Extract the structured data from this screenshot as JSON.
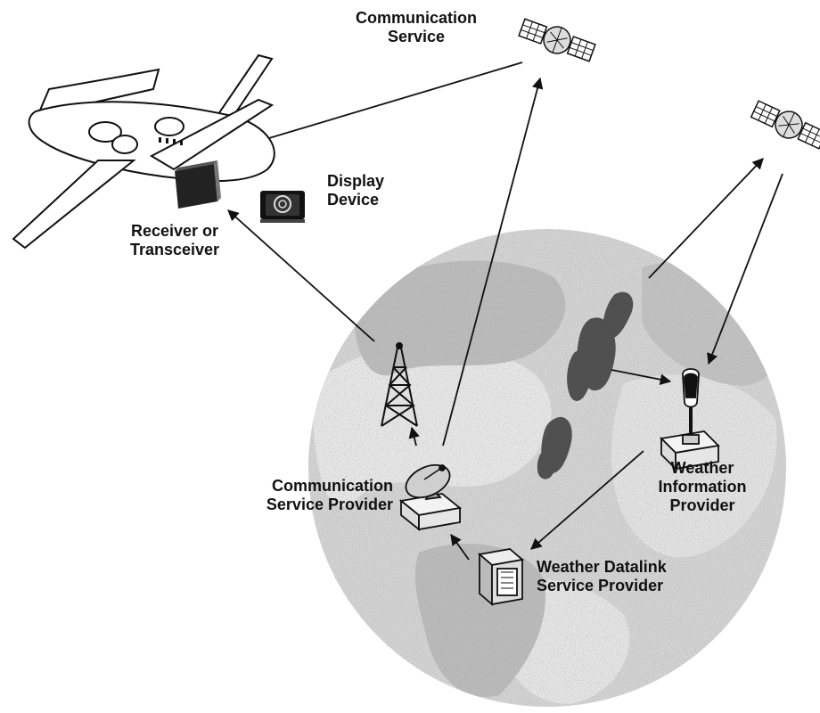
{
  "labels": {
    "communication_service": [
      "Communication",
      "Service"
    ],
    "display_device": [
      "Display",
      "Device"
    ],
    "receiver": [
      "Receiver or",
      "Transceiver"
    ],
    "comm_provider": [
      "Communication",
      "Service Provider"
    ],
    "weather_info_provider": [
      "Weather",
      "Information",
      "Provider"
    ],
    "datalink_provider": [
      "Weather Datalink",
      "Service Provider"
    ]
  },
  "colors": {
    "ink": "#111111",
    "globe_fill": "#cfcfcf",
    "storm": "#3a3a3a"
  }
}
